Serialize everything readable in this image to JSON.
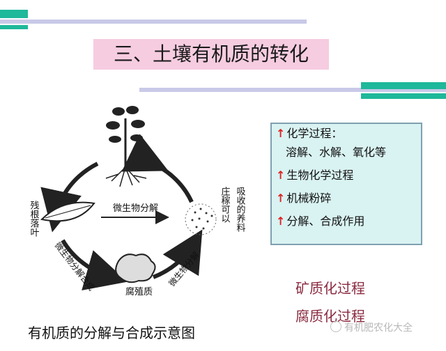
{
  "title": "三、土壤有机质的转化",
  "diagram": {
    "left_label": "残根落叶",
    "right_label_1": "庄稼可以",
    "right_label_2": "吸收的养料",
    "center_top": "微生物分解",
    "lower_left": "微生物分解合成",
    "lower_right": "微生物分解",
    "humus_label": "腐殖质"
  },
  "info_box": {
    "items": [
      "化学过程：",
      "溶解、水解、氧化等",
      "生物化学过程",
      "机械粉碎",
      "分解、合成作用"
    ]
  },
  "side_labels": [
    "矿质化过程",
    "腐质化过程"
  ],
  "caption": "有机质的分解与合成示意图",
  "watermark": "有机肥农化大全",
  "colors": {
    "accent_teal": "#1eb89a",
    "title_bg": "#f6cce0",
    "box_bg": "#d9f2f2",
    "label_color": "#8a2a40"
  }
}
